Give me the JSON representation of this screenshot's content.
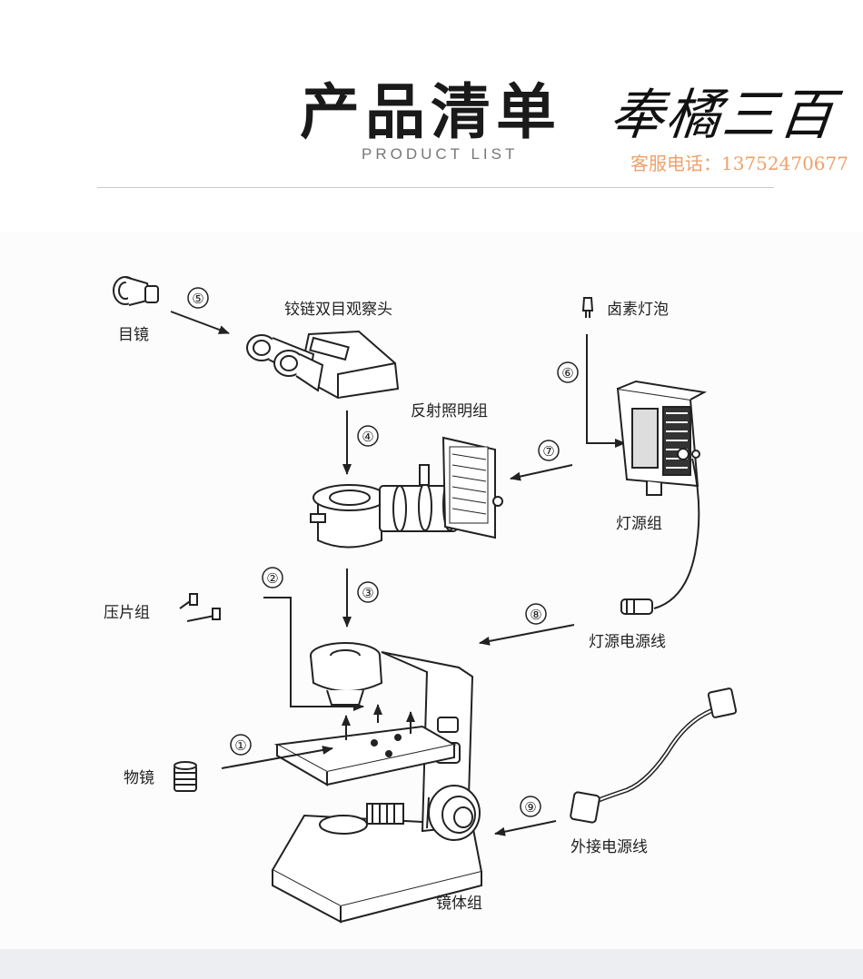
{
  "header": {
    "title": "产品清单",
    "subtitle": "PRODUCT LIST",
    "brand": "奉橘三百",
    "phone": "客服电话：13752470677"
  },
  "parts": [
    {
      "num": "①",
      "label": "物镜"
    },
    {
      "num": "②",
      "label": "压片组"
    },
    {
      "num": "③",
      "label": ""
    },
    {
      "num": "④",
      "label": "反射照明组"
    },
    {
      "num": "⑤",
      "label": "目镜"
    },
    {
      "num": "⑥",
      "label": "卤素灯泡"
    },
    {
      "num": "⑦",
      "label": "灯源组"
    },
    {
      "num": "⑧",
      "label": "灯源电源线"
    },
    {
      "num": "⑨",
      "label": "外接电源线"
    }
  ],
  "labels": {
    "head": "铰链双目观察头",
    "body": "镜体组"
  }
}
